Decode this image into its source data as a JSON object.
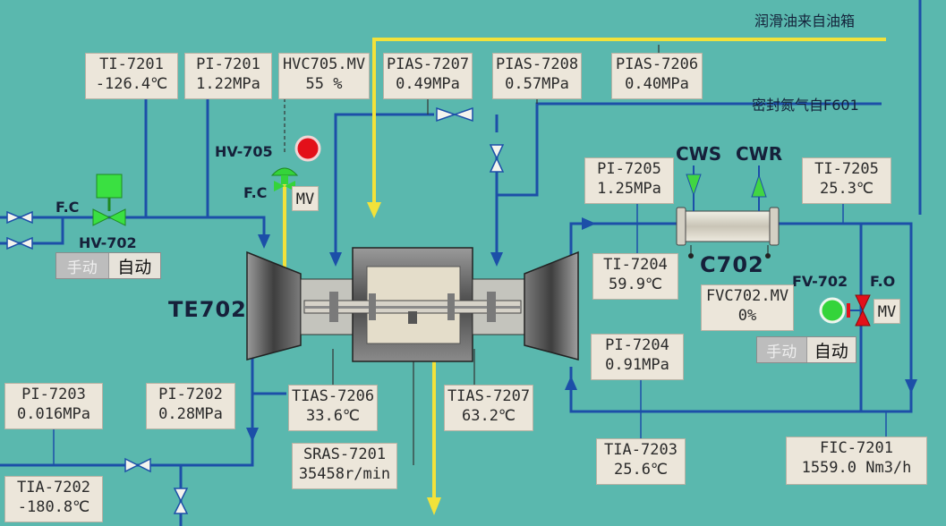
{
  "colors": {
    "background": "#5ab8ae",
    "pipe_blue": "#1c4fa8",
    "pipe_yellow": "#f2e23a",
    "tag_bg": "#ece6da",
    "alarm_red": "#e3101a",
    "valve_green": "#34d43a",
    "valve_red": "#e3101a"
  },
  "notes": {
    "lube_oil": "润滑油来自油箱",
    "seal_gas": "密封氮气自F601"
  },
  "equipment": {
    "turbo_expander": "TE702",
    "cooler": "C702",
    "cws": "CWS",
    "cwr": "CWR"
  },
  "valves": {
    "hv702": {
      "label": "HV-702",
      "fail": "F.C",
      "icon": "control-valve-icon"
    },
    "hv705": {
      "label": "HV-705",
      "fail": "F.C",
      "mode": "MV",
      "icon": "control-valve-icon"
    },
    "fv702": {
      "label": "FV-702",
      "fail": "F.O",
      "mode": "MV",
      "icon": "control-valve-icon"
    }
  },
  "mode": {
    "hv702": {
      "manual": "手动",
      "auto": "自动"
    },
    "fv702": {
      "manual": "手动",
      "auto": "自动"
    }
  },
  "tags": {
    "ti7201": {
      "tag": "TI-7201",
      "value": "-126.4℃"
    },
    "pi7201": {
      "tag": "PI-7201",
      "value": "1.22MPa"
    },
    "hvc705": {
      "tag": "HVC705.MV",
      "value": "55 %"
    },
    "pias7207": {
      "tag": "PIAS-7207",
      "value": "0.49MPa"
    },
    "pias7208": {
      "tag": "PIAS-7208",
      "value": "0.57MPa"
    },
    "pias7206": {
      "tag": "PIAS-7206",
      "value": "0.40MPa"
    },
    "pi7205": {
      "tag": "PI-7205",
      "value": "1.25MPa"
    },
    "ti7205": {
      "tag": "TI-7205",
      "value": "25.3℃"
    },
    "ti7204": {
      "tag": "TI-7204",
      "value": "59.9℃"
    },
    "fvc702": {
      "tag": "FVC702.MV",
      "value": "0%"
    },
    "pi7204": {
      "tag": "PI-7204",
      "value": "0.91MPa"
    },
    "pi7203": {
      "tag": "PI-7203",
      "value": "0.016MPa"
    },
    "pi7202": {
      "tag": "PI-7202",
      "value": "0.28MPa"
    },
    "tias7206": {
      "tag": "TIAS-7206",
      "value": "33.6℃"
    },
    "tias7207": {
      "tag": "TIAS-7207",
      "value": "63.2℃"
    },
    "sras7201": {
      "tag": "SRAS-7201",
      "value": "35458r/min"
    },
    "tia7203": {
      "tag": "TIA-7203",
      "value": "25.6℃"
    },
    "fic7201": {
      "tag": "FIC-7201",
      "value": "1559.0 Nm3/h"
    },
    "tia7202": {
      "tag": "TIA-7202",
      "value": "-180.8℃"
    }
  }
}
